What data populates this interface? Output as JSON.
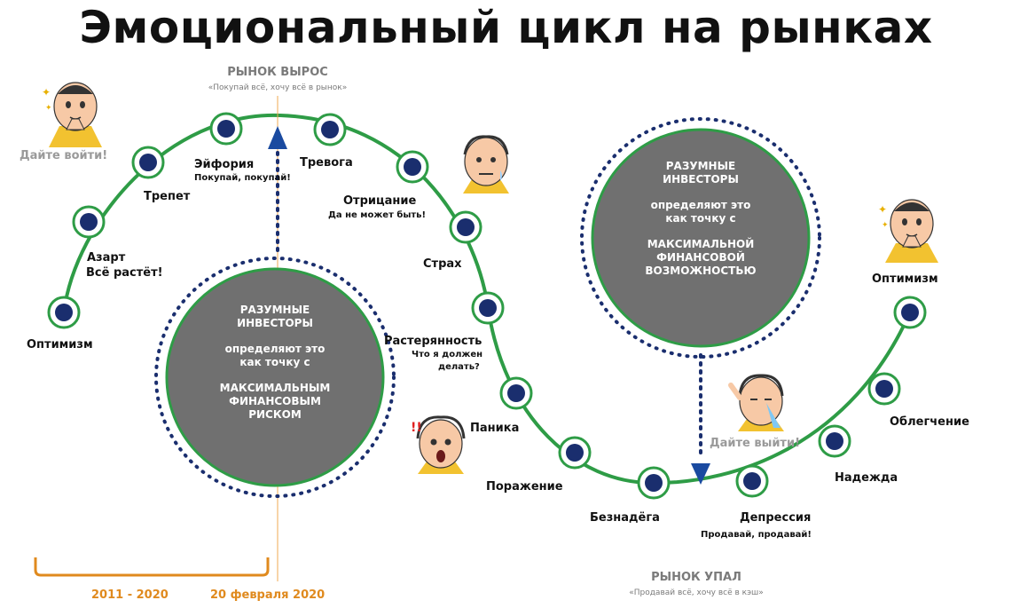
{
  "title": "Эмоциональный цикл на рынках",
  "peak": {
    "label": "РЫНОК ВЫРОС",
    "quote": "«Покупай всё, хочу всё в рынок»"
  },
  "trough": {
    "label": "РЫНОК УПАЛ",
    "quote": "«Продавай всё, хочу всё в кэш»"
  },
  "stages": {
    "optimism_left": "Оптимизм",
    "azart": "Азарт",
    "azart_sub": "Всё растёт!",
    "trepet": "Трепет",
    "euphoria": "Эйфория",
    "euphoria_sub": "Покупай, покупай!",
    "trevoga": "Тревога",
    "otricanie": "Отрицание",
    "otricanie_sub": "Да не может быть!",
    "strah": "Страх",
    "rasteryannost": "Растерянность",
    "rasteryannost_sub1": "Что я должен",
    "rasteryannost_sub2": "делать?",
    "panika": "Паника",
    "porazhenie": "Поражение",
    "beznadega": "Безнадёга",
    "depressiya": "Депрессия",
    "depressiya_sub": "Продавай, продавай!",
    "nadezhda": "Надежда",
    "oblegchenie": "Облегчение",
    "optimism_right": "Оптимизм"
  },
  "sayings": {
    "let_me_in": "Дайте войти!",
    "let_me_out": "Дайте выйти!"
  },
  "circle_left": {
    "line1": "РАЗУМНЫЕ",
    "line2": "ИНВЕСТОРЫ",
    "line3": "определяют это",
    "line4": "как точку с",
    "line5": "МАКСИМАЛЬНЫМ",
    "line6": "ФИНАНСОВЫМ",
    "line7": "РИСКОМ"
  },
  "circle_right": {
    "line1": "РАЗУМНЫЕ",
    "line2": "ИНВЕСТОРЫ",
    "line3": "определяют это",
    "line4": "как точку с",
    "line5": "МАКСИМАЛЬНОЙ",
    "line6": "ФИНАНСОВОЙ",
    "line7": "ВОЗМОЖНОСТЬЮ"
  },
  "timeline": {
    "period": "2011 - 2020",
    "date": "20 февраля 2020"
  },
  "icons": [
    "hopeful-face-icon",
    "anxious-face-icon",
    "shocked-face-icon",
    "crying-face-icon",
    "hopeful-face-icon"
  ],
  "colors": {
    "curve": "#2e9c46",
    "node_ring": "#2e9c46",
    "node_fill": "#1a2e6e",
    "circle_fill": "#707070",
    "dots": "#1a2e6e",
    "years": "#e08a1e",
    "peak_text": "#7a7a7a"
  }
}
